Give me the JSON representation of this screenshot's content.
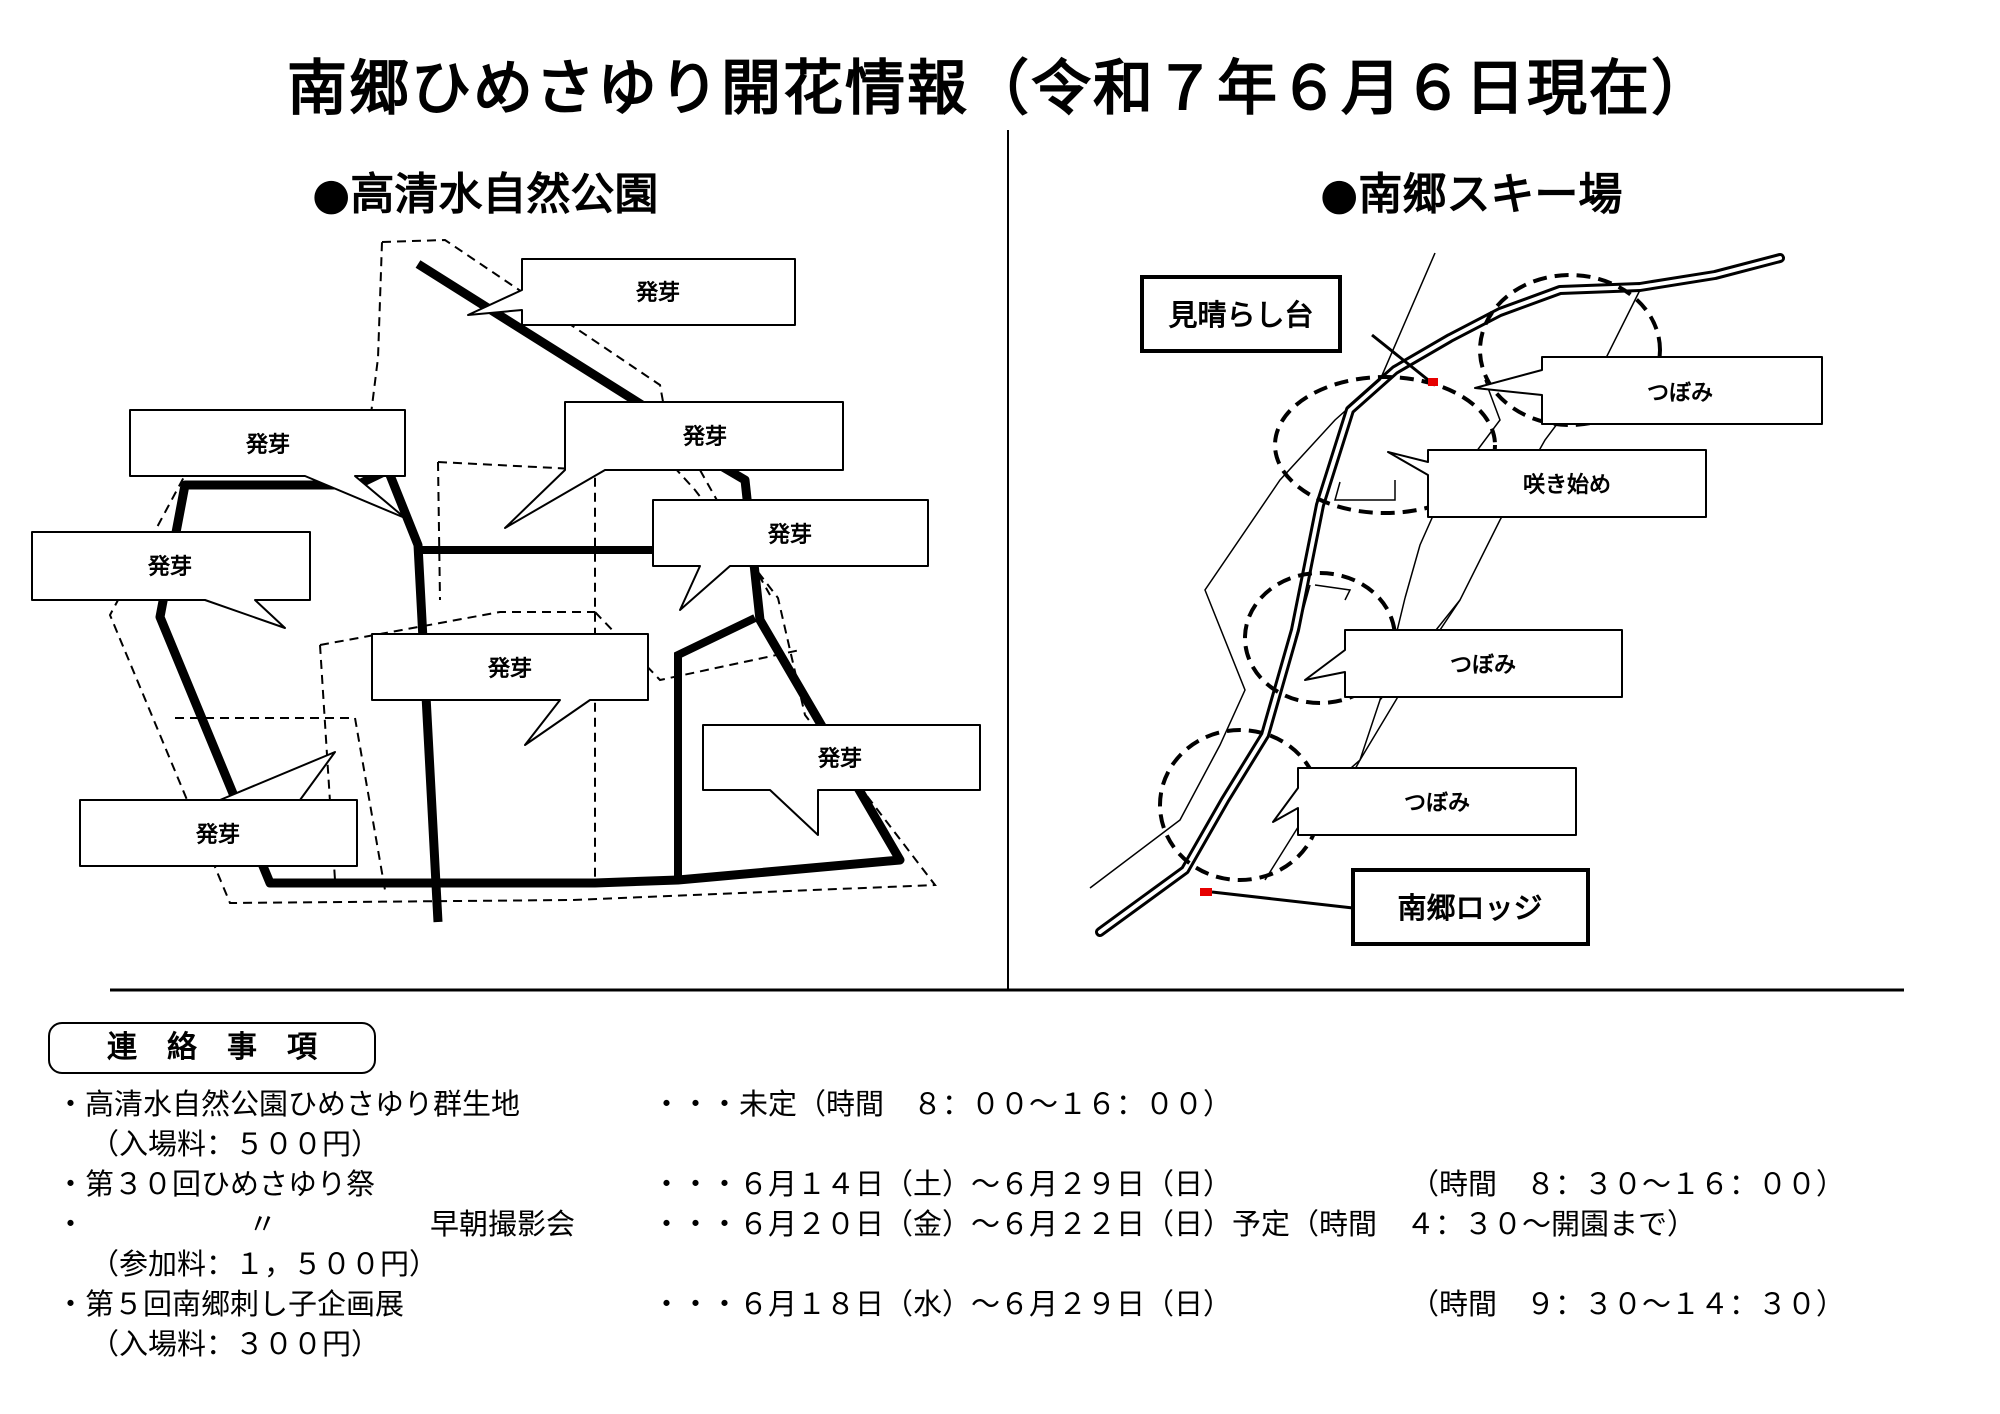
{
  "title": "南郷ひめさゆり開花情報（令和７年６月６日現在）",
  "sections": {
    "left": {
      "title": "●高清水自然公園"
    },
    "right": {
      "title": "●南郷スキー場"
    }
  },
  "left_bubbles": [
    "発芽",
    "発芽",
    "発芽",
    "発芽",
    "発芽",
    "発芽",
    "発芽",
    "発芽"
  ],
  "right_map": {
    "viewpoint": "見晴らし台",
    "lodge": "南郷ロッジ",
    "bubbles": [
      "つぼみ",
      "咲き始め",
      "つぼみ",
      "つぼみ"
    ]
  },
  "notes": {
    "header": "連絡事項",
    "lines": [
      "・高清水自然公園ひめさゆり群生地",
      "・・・未定（時間　８：００～１６：００）",
      "（入場料：５００円）",
      "・第３０回ひめさゆり祭",
      "・・・６月１４日（土）～６月２９日（日）",
      "（時間　８：３０～１６：００）",
      "・",
      "〃",
      "早朝撮影会",
      "・・・６月２０日（金）～６月２２日（日）予定（時間　４：３０～開園まで）",
      "（参加料：１，５００円）",
      "・第５回南郷刺し子企画展",
      "・・・６月１８日（水）～６月２９日（日）",
      "（時間　９：３０～１４：３０）",
      "（入場料：３００円）"
    ]
  }
}
